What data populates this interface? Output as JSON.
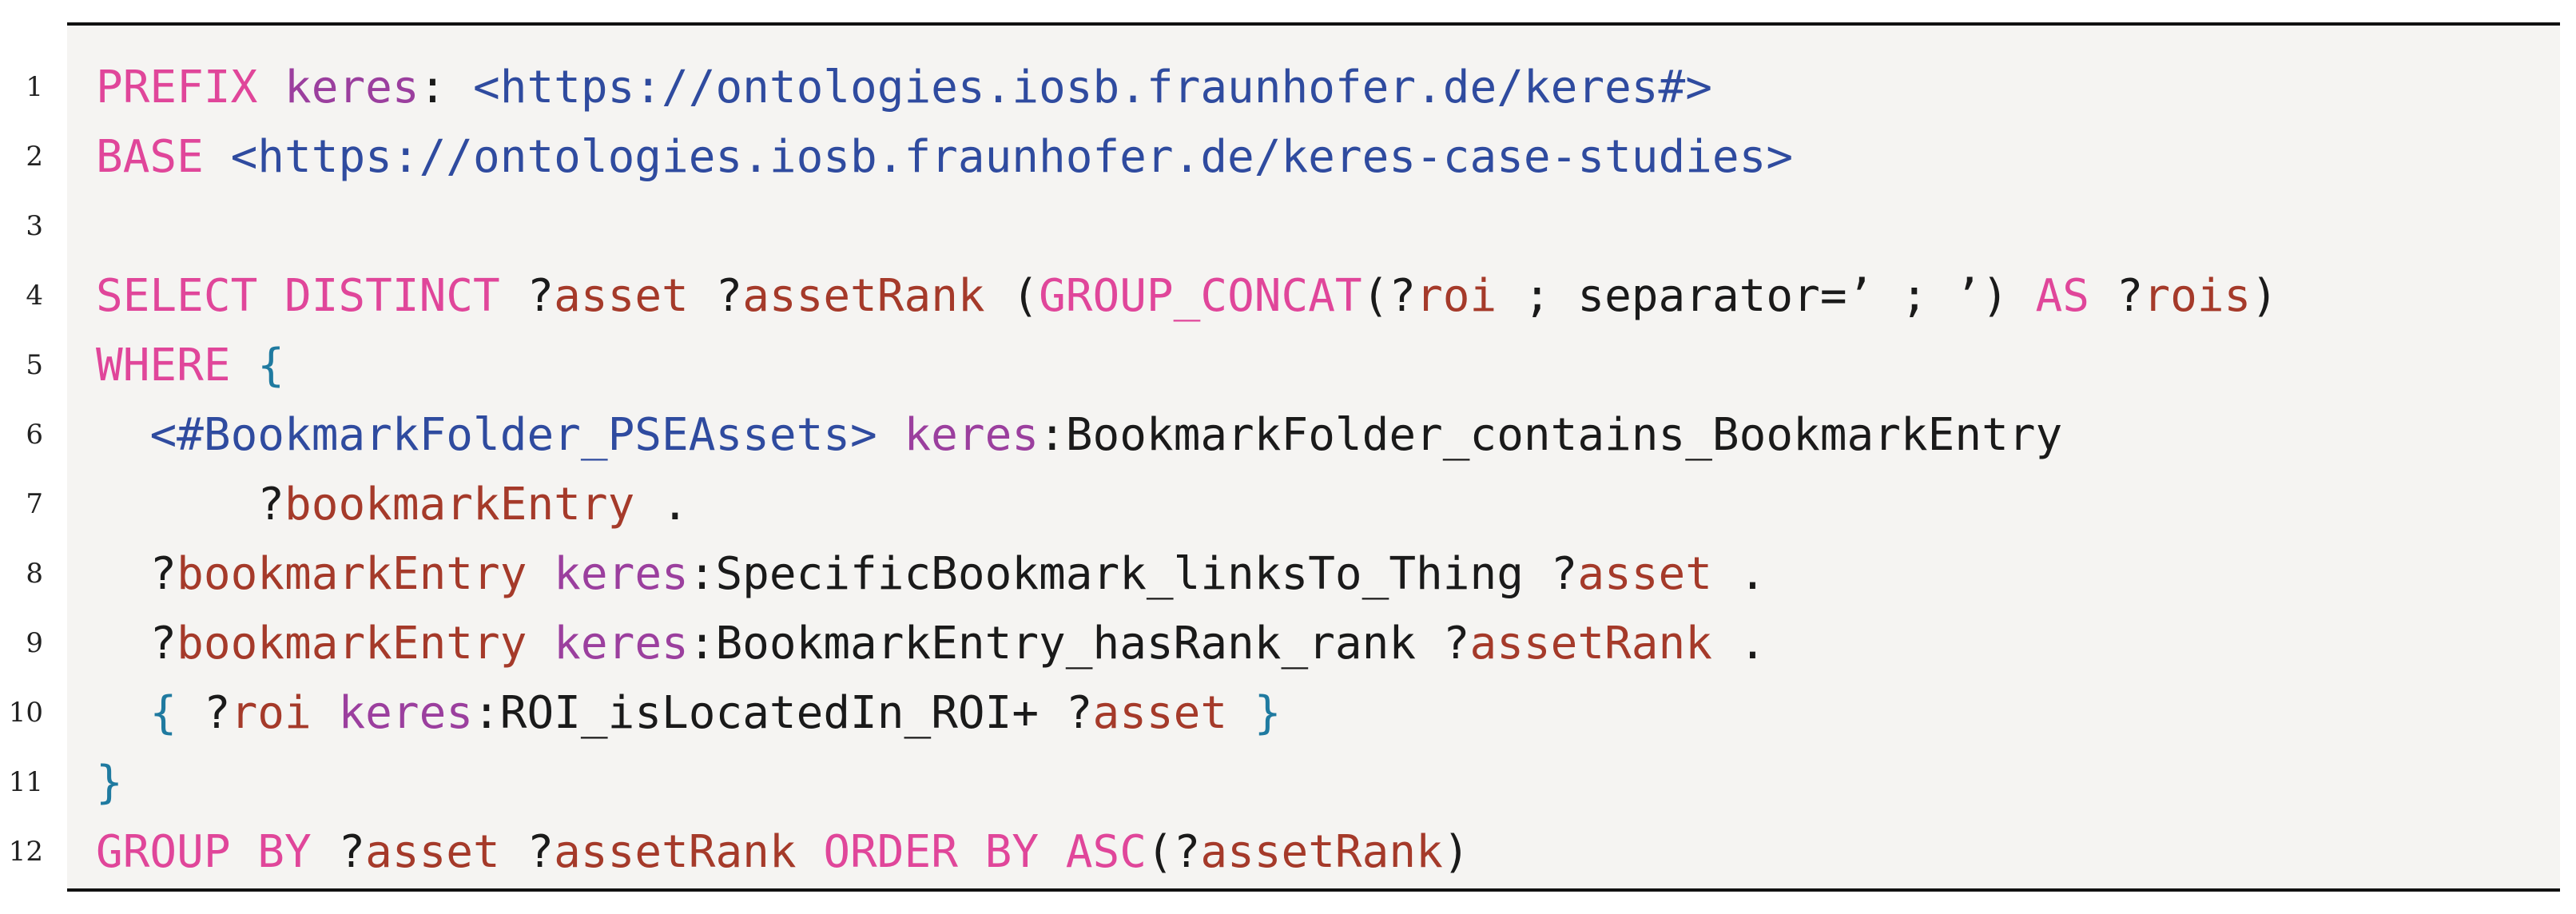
{
  "colors": {
    "keyword": "#e0469a",
    "prefix": "#9b3f9e",
    "iri": "#2f4b9f",
    "variable": "#a53a2a",
    "brace": "#1f7aa0",
    "text": "#1a1a1a",
    "background": "#f5f4f2",
    "rule": "#111111"
  },
  "lines": [
    {
      "num": "1",
      "tokens": [
        {
          "t": "kw",
          "v": "PREFIX"
        },
        {
          "t": "txt",
          "v": " "
        },
        {
          "t": "pfx",
          "v": "keres"
        },
        {
          "t": "txt",
          "v": ": "
        },
        {
          "t": "iri",
          "v": "<https://ontologies.iosb.fraunhofer.de/keres#>"
        }
      ]
    },
    {
      "num": "2",
      "tokens": [
        {
          "t": "kw",
          "v": "BASE"
        },
        {
          "t": "txt",
          "v": " "
        },
        {
          "t": "iri",
          "v": "<https://ontologies.iosb.fraunhofer.de/keres-case-studies>"
        }
      ]
    },
    {
      "num": "3",
      "tokens": []
    },
    {
      "num": "4",
      "tokens": [
        {
          "t": "kw",
          "v": "SELECT DISTINCT"
        },
        {
          "t": "txt",
          "v": " ?"
        },
        {
          "t": "var",
          "v": "asset"
        },
        {
          "t": "txt",
          "v": " ?"
        },
        {
          "t": "var",
          "v": "assetRank"
        },
        {
          "t": "txt",
          "v": " ("
        },
        {
          "t": "kw",
          "v": "GROUP_CONCAT"
        },
        {
          "t": "txt",
          "v": "(?"
        },
        {
          "t": "var",
          "v": "roi"
        },
        {
          "t": "txt",
          "v": " ; separator=’ ; ’) "
        },
        {
          "t": "kw",
          "v": "AS"
        },
        {
          "t": "txt",
          "v": " ?"
        },
        {
          "t": "var",
          "v": "rois"
        },
        {
          "t": "txt",
          "v": ")"
        }
      ]
    },
    {
      "num": "5",
      "tokens": [
        {
          "t": "kw",
          "v": "WHERE"
        },
        {
          "t": "txt",
          "v": " "
        },
        {
          "t": "br",
          "v": "{"
        }
      ]
    },
    {
      "num": "6",
      "tokens": [
        {
          "t": "txt",
          "v": "  "
        },
        {
          "t": "iri",
          "v": "<#BookmarkFolder_PSEAssets>"
        },
        {
          "t": "txt",
          "v": " "
        },
        {
          "t": "pfx",
          "v": "keres"
        },
        {
          "t": "txt",
          "v": ":BookmarkFolder_contains_BookmarkEntry"
        }
      ]
    },
    {
      "num": "7",
      "tokens": [
        {
          "t": "txt",
          "v": "      ?"
        },
        {
          "t": "var",
          "v": "bookmarkEntry"
        },
        {
          "t": "txt",
          "v": " ."
        }
      ]
    },
    {
      "num": "8",
      "tokens": [
        {
          "t": "txt",
          "v": "  ?"
        },
        {
          "t": "var",
          "v": "bookmarkEntry"
        },
        {
          "t": "txt",
          "v": " "
        },
        {
          "t": "pfx",
          "v": "keres"
        },
        {
          "t": "txt",
          "v": ":SpecificBookmark_linksTo_Thing ?"
        },
        {
          "t": "var",
          "v": "asset"
        },
        {
          "t": "txt",
          "v": " ."
        }
      ]
    },
    {
      "num": "9",
      "tokens": [
        {
          "t": "txt",
          "v": "  ?"
        },
        {
          "t": "var",
          "v": "bookmarkEntry"
        },
        {
          "t": "txt",
          "v": " "
        },
        {
          "t": "pfx",
          "v": "keres"
        },
        {
          "t": "txt",
          "v": ":BookmarkEntry_hasRank_rank ?"
        },
        {
          "t": "var",
          "v": "assetRank"
        },
        {
          "t": "txt",
          "v": " ."
        }
      ]
    },
    {
      "num": "10",
      "tokens": [
        {
          "t": "txt",
          "v": "  "
        },
        {
          "t": "br",
          "v": "{"
        },
        {
          "t": "txt",
          "v": " ?"
        },
        {
          "t": "var",
          "v": "roi"
        },
        {
          "t": "txt",
          "v": " "
        },
        {
          "t": "pfx",
          "v": "keres"
        },
        {
          "t": "txt",
          "v": ":ROI_isLocatedIn_ROI+ ?"
        },
        {
          "t": "var",
          "v": "asset"
        },
        {
          "t": "txt",
          "v": " "
        },
        {
          "t": "br",
          "v": "}"
        }
      ]
    },
    {
      "num": "11",
      "tokens": [
        {
          "t": "br",
          "v": "}"
        }
      ]
    },
    {
      "num": "12",
      "tokens": [
        {
          "t": "kw",
          "v": "GROUP BY"
        },
        {
          "t": "txt",
          "v": " ?"
        },
        {
          "t": "var",
          "v": "asset"
        },
        {
          "t": "txt",
          "v": " ?"
        },
        {
          "t": "var",
          "v": "assetRank"
        },
        {
          "t": "txt",
          "v": " "
        },
        {
          "t": "kw",
          "v": "ORDER BY"
        },
        {
          "t": "txt",
          "v": " "
        },
        {
          "t": "kw",
          "v": "ASC"
        },
        {
          "t": "txt",
          "v": "(?"
        },
        {
          "t": "var",
          "v": "assetRank"
        },
        {
          "t": "txt",
          "v": ")"
        }
      ]
    }
  ]
}
